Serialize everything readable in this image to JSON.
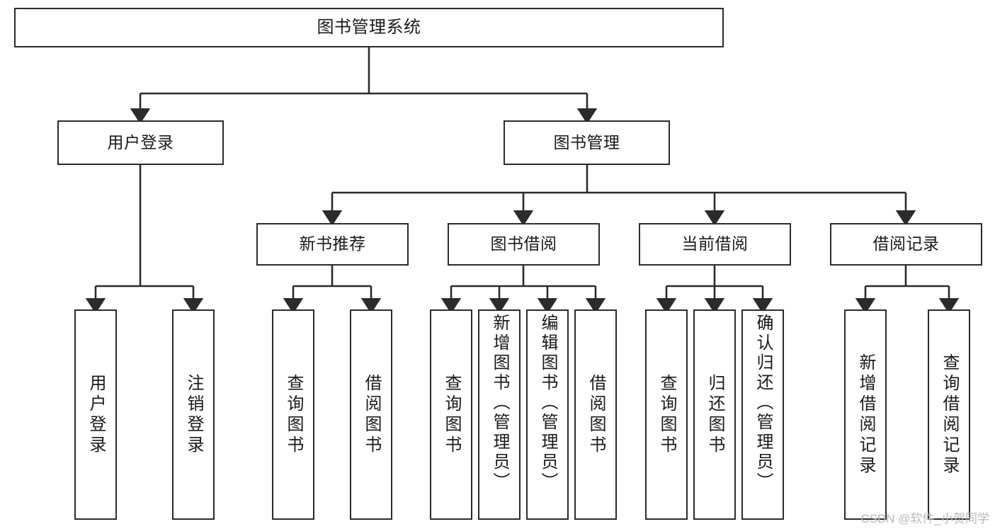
{
  "diagram": {
    "title": "图书管理系统",
    "type": "hierarchy-tree",
    "levels": 4,
    "root": {
      "id": "root",
      "label": "图书管理系统"
    },
    "level2": [
      {
        "id": "user-login",
        "label": "用户登录"
      },
      {
        "id": "book-mgmt",
        "label": "图书管理"
      }
    ],
    "level3": [
      {
        "id": "new-book-rec",
        "label": "新书推荐"
      },
      {
        "id": "book-borrow",
        "label": "图书借阅"
      },
      {
        "id": "current-borrow",
        "label": "当前借阅"
      },
      {
        "id": "borrow-record",
        "label": "借阅记录"
      }
    ],
    "leaves": {
      "user_login": [
        {
          "id": "leaf-user-login",
          "label": "用户登录"
        },
        {
          "id": "leaf-user-logout",
          "label": "注销登录"
        }
      ],
      "new_book_rec": [
        {
          "id": "leaf-query-book-1",
          "label": "查询图书"
        },
        {
          "id": "leaf-borrow-book-1",
          "label": "借阅图书"
        }
      ],
      "book_borrow": [
        {
          "id": "leaf-query-book-2",
          "label": "查询图书"
        },
        {
          "id": "leaf-add-book",
          "label": "新增图书（管理员）"
        },
        {
          "id": "leaf-edit-book",
          "label": "编辑图书（管理员）"
        },
        {
          "id": "leaf-borrow-book-2",
          "label": "借阅图书"
        }
      ],
      "current_borrow": [
        {
          "id": "leaf-query-book-3",
          "label": "查询图书"
        },
        {
          "id": "leaf-return-book",
          "label": "归还图书"
        },
        {
          "id": "leaf-confirm-return",
          "label": "确认归还（管理员）"
        }
      ],
      "borrow_record": [
        {
          "id": "leaf-add-record",
          "label": "新增借阅记录"
        },
        {
          "id": "leaf-query-record",
          "label": "查询借阅记录"
        }
      ]
    }
  },
  "watermark": {
    "text": "CSDN @软件_小贺同学"
  },
  "colors": {
    "stroke": "#2b2b2b",
    "fill": "#ffffff",
    "text": "#1a1a1a",
    "watermark": "#b9b9b9"
  }
}
